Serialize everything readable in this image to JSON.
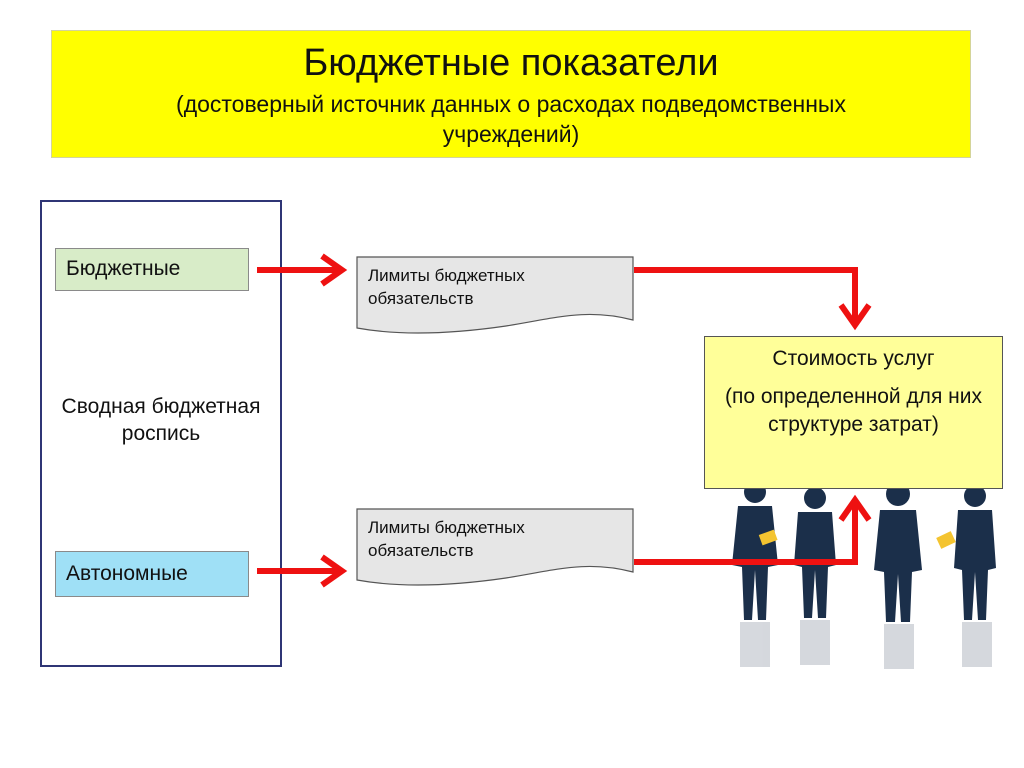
{
  "header": {
    "title": "Бюджетные показатели",
    "subtitle": "(достоверный источник данных о расходах подведомственных учреждений)"
  },
  "left_panel": {
    "center_label": "Сводная бюджетная роспись",
    "budget_tag": "Бюджетные",
    "autonomous_tag": "Автономные"
  },
  "documents": [
    {
      "label": "Лимиты бюджетных обязательств"
    },
    {
      "label": "Лимиты бюджетных обязательств"
    }
  ],
  "cost_box": {
    "title": "Стоимость услуг",
    "subtitle": "(по определенной для них структуре затрат)"
  },
  "colors": {
    "title_bg": "#ffff00",
    "arrow": "#ee1111",
    "budget_tag": "#d8ecc8",
    "autonomous_tag": "#9fe0f6",
    "cost_box": "#ffff99",
    "document": "#e6e6e6"
  },
  "illustration": {
    "icon": "business-people-silhouettes"
  }
}
